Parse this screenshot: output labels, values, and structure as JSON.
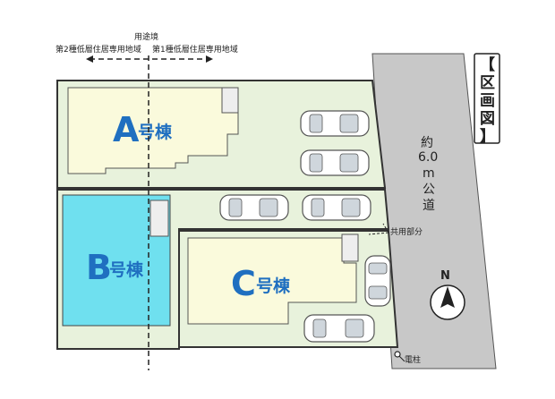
{
  "title": {
    "chars": [
      "【",
      "区",
      "画",
      "図",
      "】"
    ]
  },
  "zoning": {
    "boundary_label": "用途境",
    "left_zone": "第2種低層住居専用地域",
    "right_zone": "第1種低層住居専用地域"
  },
  "buildings": {
    "a": {
      "letter": "A",
      "suffix": "号棟"
    },
    "b": {
      "letter": "B",
      "suffix": "号棟"
    },
    "c": {
      "letter": "C",
      "suffix": "号棟"
    }
  },
  "road": {
    "chars": [
      "約",
      "6.0",
      "m",
      "公",
      "道"
    ]
  },
  "shared_area_label": "共用部分",
  "utility_pole_label": "電柱",
  "compass": {
    "north_label": "N"
  },
  "colors": {
    "lot_green": "#e8f2dc",
    "lot_border": "#333333",
    "house_cream": "#fafadc",
    "house_b_cyan": "#6fe0ef",
    "road_gray": "#c8c8c8",
    "accent_blue": "#1f6fc0"
  }
}
